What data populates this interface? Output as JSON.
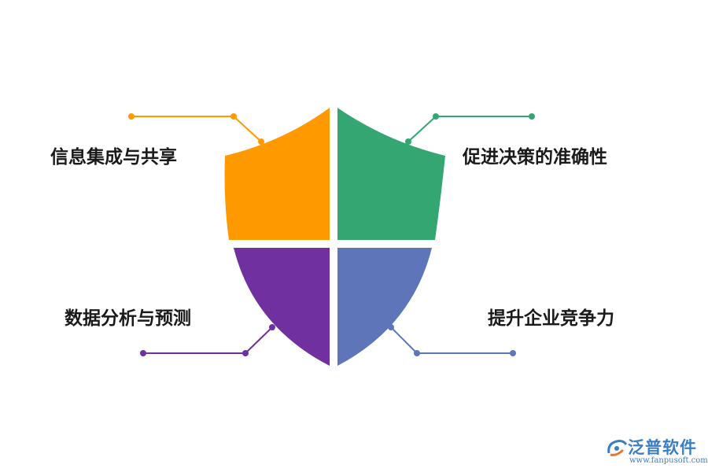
{
  "quadrants": [
    {
      "label": "信息集成与共享",
      "color": "#FF9900"
    },
    {
      "label": "促进决策的准确性",
      "color": "#33A672"
    },
    {
      "label": "数据分析与预测",
      "color": "#7030A0"
    },
    {
      "label": "提升企业竞争力",
      "color": "#5E76B9"
    }
  ],
  "watermark": {
    "name": "泛普软件",
    "url": "www.fanpusoft.com",
    "logo_color": "#3a7fc4",
    "logo_accent": "#e8772e"
  }
}
